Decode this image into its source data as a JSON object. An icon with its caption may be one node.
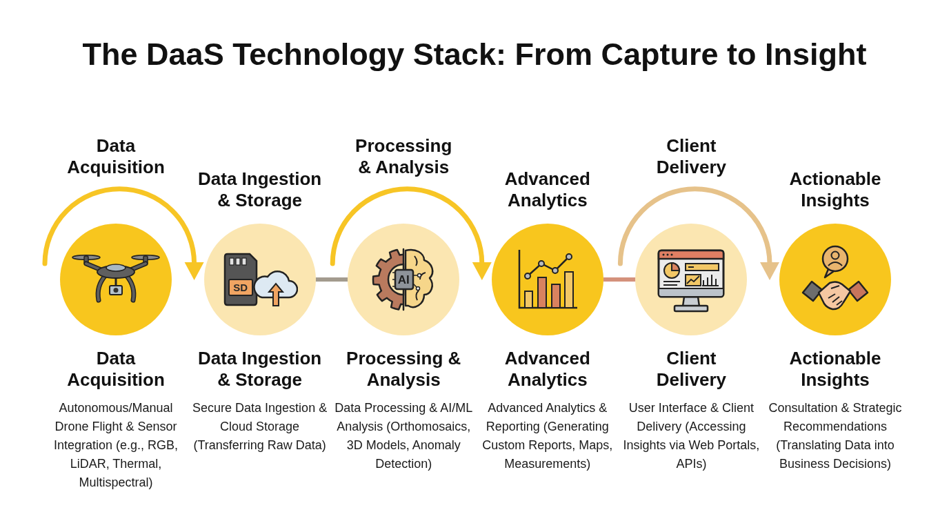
{
  "diagram": {
    "title": "The DaaS Technology Stack: From Capture to Insight",
    "nodes": [
      {
        "text": [
          "Data Acquisition",
          "Data Acquisition",
          "Autonomous/Manual Drone Flight & Sensor Integration (e.g., RGB, LiDAR, Thermal, Multispectral)"
        ]
      },
      {
        "text": [
          "Data Ingestion & Storage",
          "Data Ingestion & Storage",
          "Secure Data Ingestion & Cloud Storage (Transferring Raw Data)"
        ]
      },
      {
        "text": [
          "Processing & Analysis",
          "Processing & Analysis",
          "Data Processing & AI/ML Analysis (Orthomosaics, 3D Models, Anomaly Detection)"
        ]
      },
      {
        "text": [
          "Advanced Analytics",
          "Advanced Analytics",
          "Advanced Analytics & Reporting (Generating Custom Reports, Maps, Measurements)"
        ]
      },
      {
        "text": [
          "Client Delivery",
          "Client Delivery",
          "User Interface & Client Delivery (Accessing Insights via Web Portals, APIs)"
        ]
      },
      {
        "text": [
          "Actionable Insights",
          "Actionable Insights",
          "Consultation & Strategic Recommendations (Translating Data into Business Decisions)"
        ]
      }
    ],
    "edges": [
      {
        "from": 0,
        "to": 1,
        "arrow": "to",
        "color": "#f7c525"
      },
      {
        "from": 1,
        "to": 2,
        "arrow": "none",
        "color": "#a39b8e"
      },
      {
        "from": 2,
        "to": 3,
        "arrow": "to",
        "color": "#f7c525"
      },
      {
        "from": 3,
        "to": 4,
        "arrow": "none",
        "color": "#d4917b"
      },
      {
        "from": 4,
        "to": 5,
        "arrow": "to",
        "color": "#e6c28a"
      }
    ],
    "labels": [
      "SD",
      "AI"
    ]
  }
}
